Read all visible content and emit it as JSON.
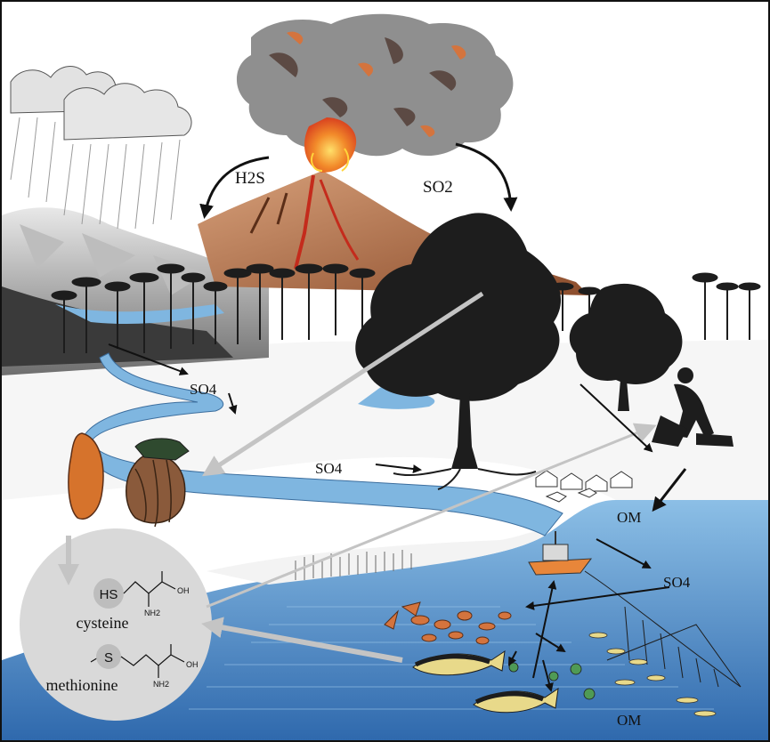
{
  "labels": {
    "h2s": "H2S",
    "so2": "SO2",
    "so4_river": "SO4",
    "so4_tree": "SO4",
    "so4_sea": "SO4",
    "om_shore": "OM",
    "om_sea": "OM"
  },
  "molecules": {
    "cysteine": {
      "name": "cysteine",
      "group": "HS",
      "acid": "OH",
      "amine": "NH2"
    },
    "methionine": {
      "name": "methionine",
      "group": "S",
      "acid": "OH",
      "amine": "NH2"
    }
  },
  "colors": {
    "water": "#7fb6e0",
    "sea_deep": "#3f78b8",
    "ash_cloud": "#8f8f8f",
    "lava": "#e8502a",
    "volcano": "#b8734e",
    "tree": "#1d1d1d",
    "gray_arrow": "#c4c4c4",
    "bubble": "#d9d9d9",
    "fish": "#e8d98a"
  }
}
